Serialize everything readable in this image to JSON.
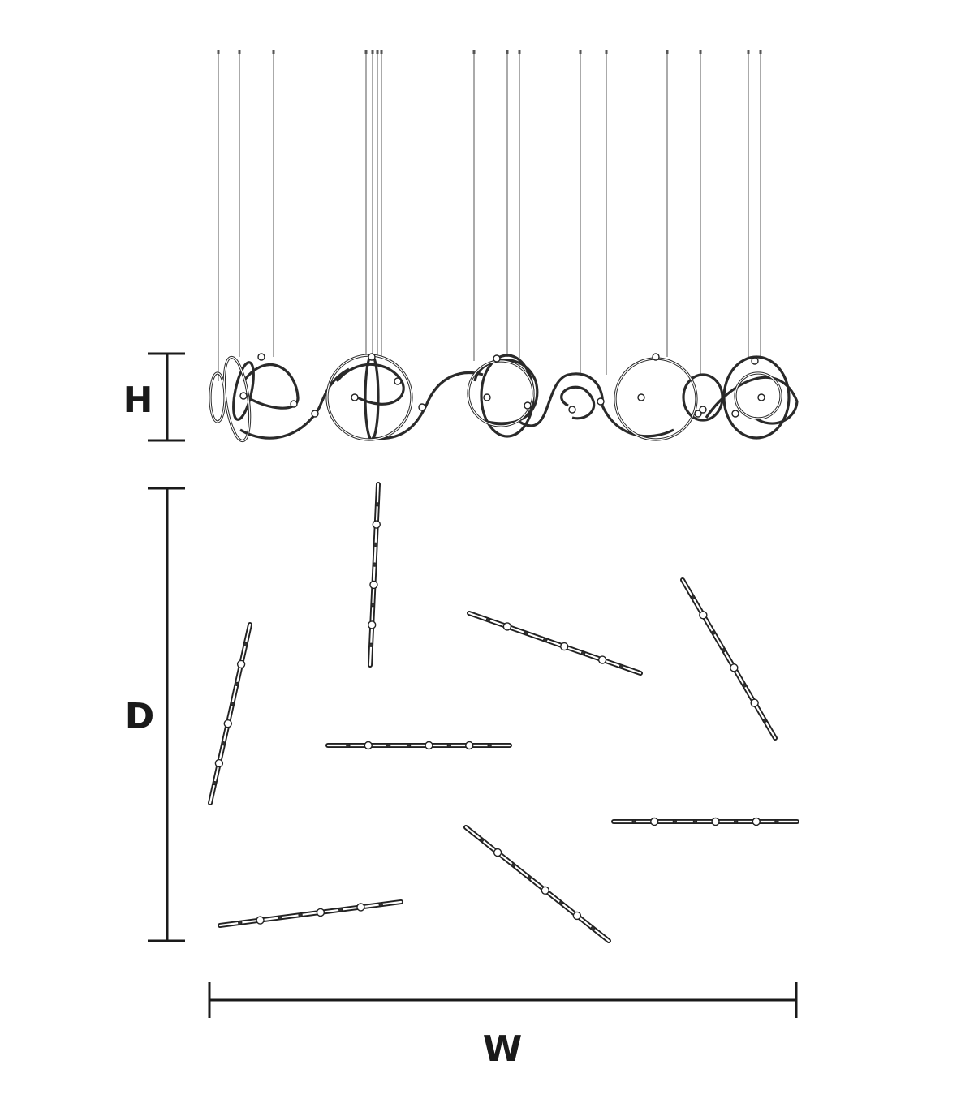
{
  "dimensions": {
    "height_label": "H",
    "depth_label": "D",
    "width_label": "W"
  },
  "colors": {
    "line": "#1a1a1a",
    "wire": "#555555",
    "background": "#ffffff"
  }
}
